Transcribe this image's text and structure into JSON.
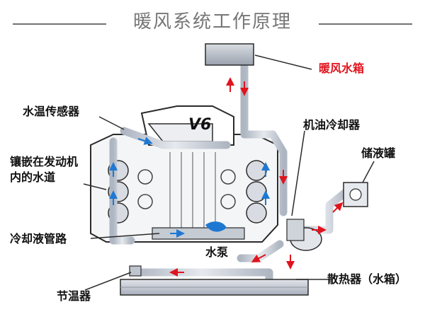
{
  "title": "暖风系统工作原理",
  "engine_badge": "V6",
  "labels": {
    "heater_core": "暖风水箱",
    "water_temp_sensor": "水温传感器",
    "oil_cooler": "机油冷却器",
    "reservoir": "储液罐",
    "water_jacket_line1": "镶嵌在发动机",
    "water_jacket_line2": "内的水道",
    "coolant_pipe": "冷却液管路",
    "water_pump": "水泵",
    "thermostat": "节温器",
    "radiator": "散热器（水箱）"
  },
  "colors": {
    "heater_label": "#e0141e",
    "hot_arrow": "#e0141e",
    "cold_arrow": "#1e78d2",
    "pipe": "#c9ced6",
    "outline": "#2b2b2b"
  }
}
